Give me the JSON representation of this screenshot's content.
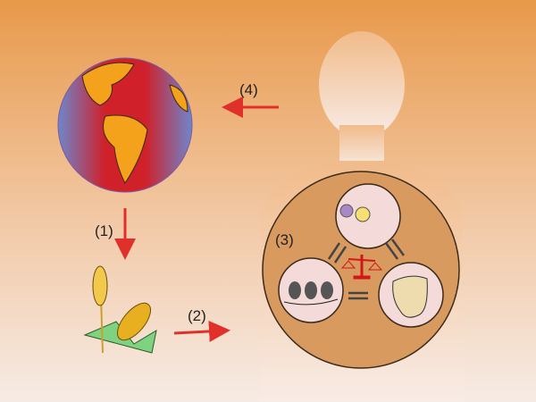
{
  "labels": {
    "step1": "(1)",
    "step2": "(2)",
    "step3": "(3)",
    "step4": "(4)"
  },
  "colors": {
    "arrow": "#e0302a",
    "bg_top": "#e8994a",
    "bg_bottom": "#f6ebe4",
    "inner_circle": "#d99a60"
  }
}
